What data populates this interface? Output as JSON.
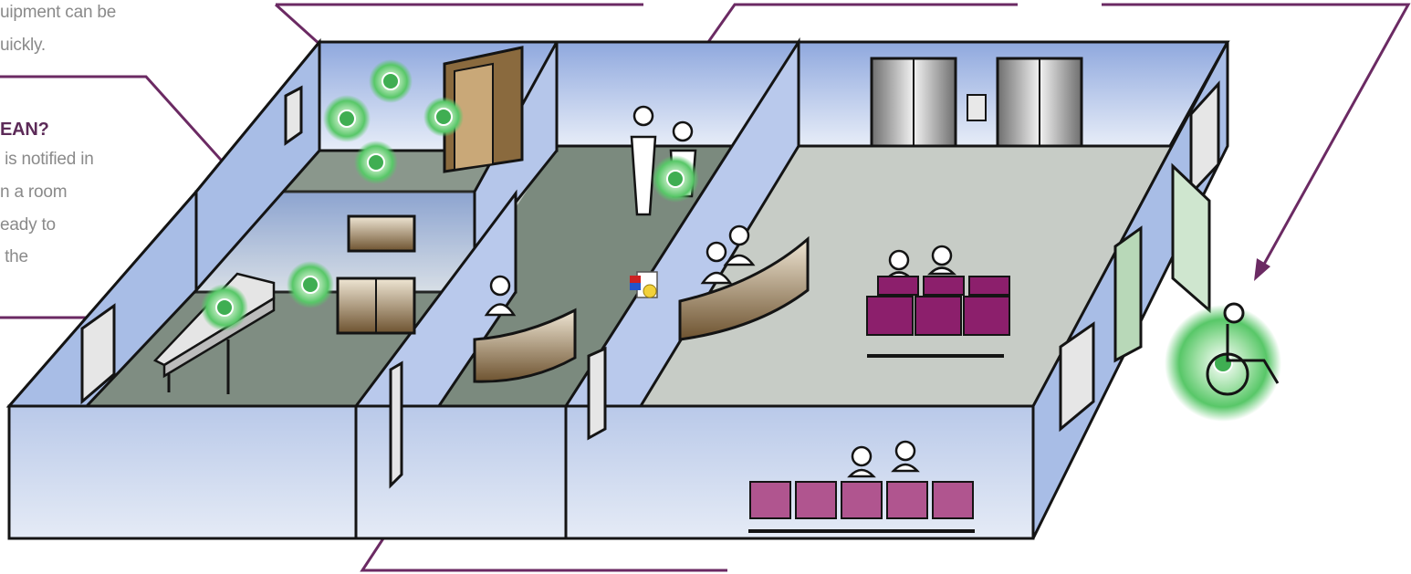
{
  "callouts": {
    "top_left_line1": "uipment can be",
    "top_left_line2": "uickly.",
    "left_heading": "EAN?",
    "left_line1": " is notified in",
    "left_line2": "n a room",
    "left_line3": "eady to",
    "left_line4": " the"
  },
  "colors": {
    "wall": "#c9d6ee",
    "wall_edge": "#141414",
    "floor": "#7b8a7e",
    "floor_light": "#c1c8c1",
    "callout_line": "#6b2a63",
    "callout_text": "#8a8a8a",
    "callout_heading": "#5c2a58",
    "chair": "#8c1f6c",
    "chair_light": "#b0558f",
    "tag_glow": "#58c768",
    "desk": "#8a6a3e"
  },
  "icons": [
    "rfid-tag-icon",
    "person-icon",
    "wheelchair-icon",
    "chair-icon",
    "desk-icon",
    "elevator-door-icon",
    "file-transfer-icon"
  ]
}
